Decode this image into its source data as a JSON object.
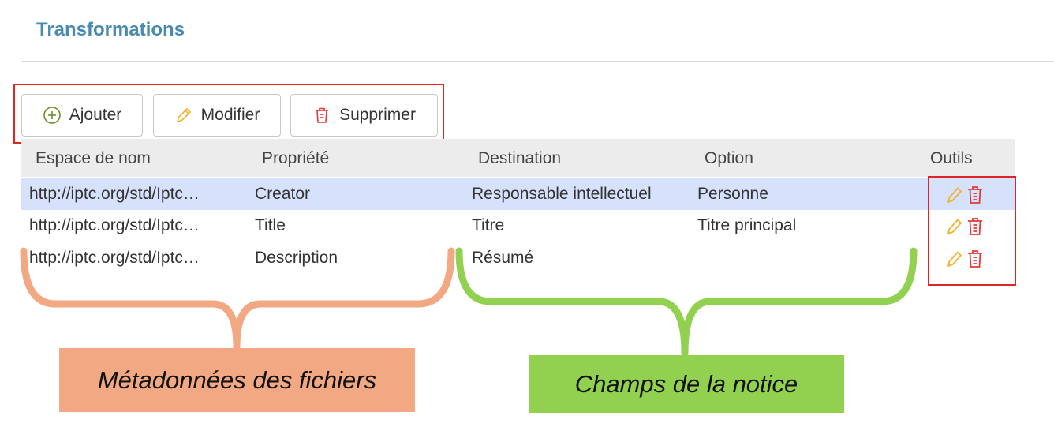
{
  "section": {
    "title": "Transformations"
  },
  "toolbar": {
    "add_label": "Ajouter",
    "edit_label": "Modifier",
    "delete_label": "Supprimer"
  },
  "table": {
    "columns": [
      "Espace de nom",
      "Propriété",
      "Destination",
      "Option",
      "Outils"
    ],
    "rows": [
      {
        "namespace": "http://iptc.org/std/Iptc…",
        "property": "Creator",
        "destination": "Responsable intellectuel",
        "option": "Personne",
        "selected": true
      },
      {
        "namespace": "http://iptc.org/std/Iptc…",
        "property": "Title",
        "destination": "Titre",
        "option": "Titre principal",
        "selected": false
      },
      {
        "namespace": "http://iptc.org/std/Iptc…",
        "property": "Description",
        "destination": "Résumé",
        "option": "",
        "selected": false
      }
    ]
  },
  "annotations": {
    "file_metadata": "Métadonnées des fichiers",
    "record_fields": "Champs de la notice"
  },
  "colors": {
    "title": "#4a8ab0",
    "highlight_box": "#e02424",
    "selected_row": "#d6e1fb",
    "edit_icon": "#f0b429",
    "delete_icon": "#e53935",
    "add_icon": "#6a8f2a",
    "callout_orange": "#f2a882",
    "callout_green": "#92d050"
  },
  "icons": {
    "add": "plus-circle-icon",
    "edit": "pencil-icon",
    "delete": "trash-icon"
  }
}
